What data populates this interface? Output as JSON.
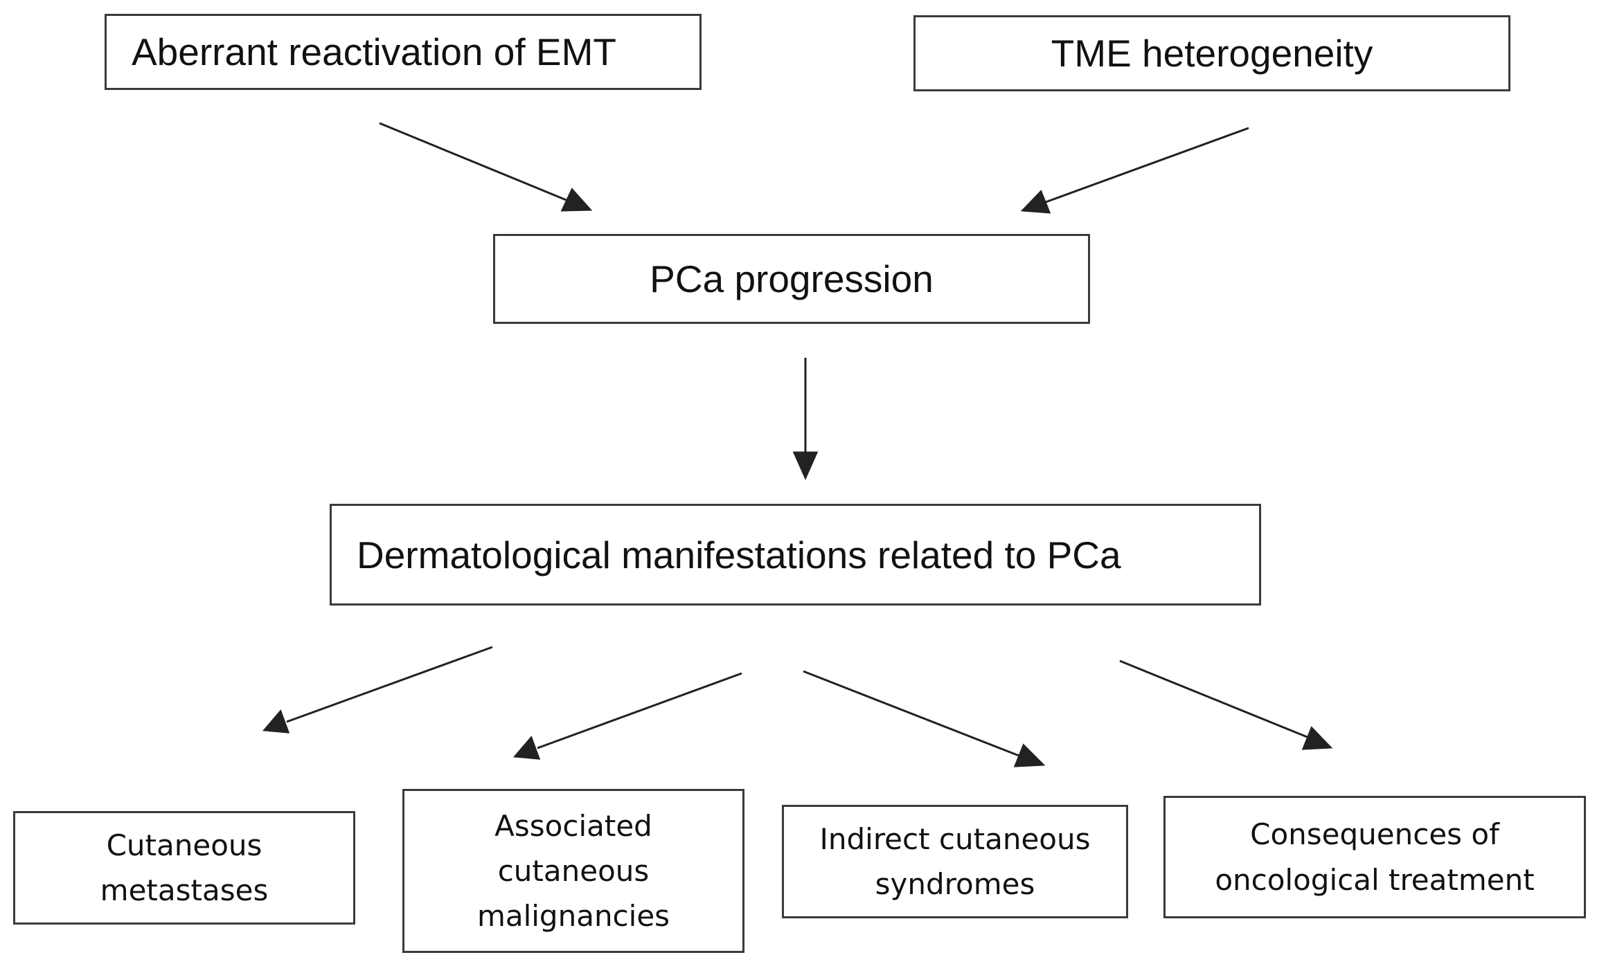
{
  "nodes": {
    "emt": "Aberrant reactivation of EMT",
    "tme": "TME heterogeneity",
    "pca": "PCa progression",
    "derm": "Dermatological manifestations related to PCa",
    "cut_met": "Cutaneous\nmetastases",
    "assoc": "Associated\ncutaneous\nmalignancies",
    "indirect": "Indirect cutaneous\nsyndromes",
    "conseq": "Consequences of\noncological treatment"
  },
  "edges": [
    {
      "from": "emt",
      "to": "pca"
    },
    {
      "from": "tme",
      "to": "pca"
    },
    {
      "from": "pca",
      "to": "derm"
    },
    {
      "from": "derm",
      "to": "cut_met"
    },
    {
      "from": "derm",
      "to": "assoc"
    },
    {
      "from": "derm",
      "to": "indirect"
    },
    {
      "from": "derm",
      "to": "conseq"
    }
  ]
}
